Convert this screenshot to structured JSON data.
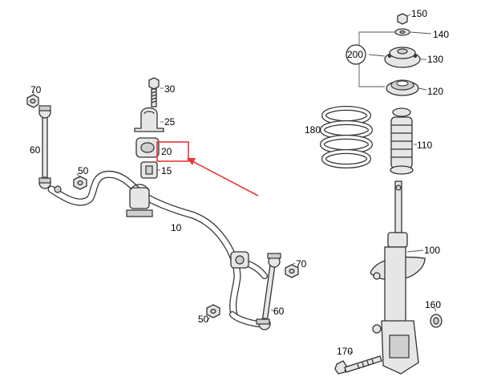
{
  "callouts": {
    "c150": "150",
    "c140": "140",
    "c200": "200",
    "c130": "130",
    "c120": "120",
    "c180": "180",
    "c110": "110",
    "c100": "100",
    "c160": "160",
    "c170": "170",
    "c70a": "70",
    "c60a": "60",
    "c50a": "50",
    "c30": "30",
    "c25": "25",
    "c20": "20",
    "c15": "15",
    "c10": "10",
    "c70b": "70",
    "c60b": "60",
    "c50b": "50"
  },
  "colors": {
    "highlight": "#e53935",
    "line": "#333333",
    "part_fill": "#e6e6e6"
  }
}
